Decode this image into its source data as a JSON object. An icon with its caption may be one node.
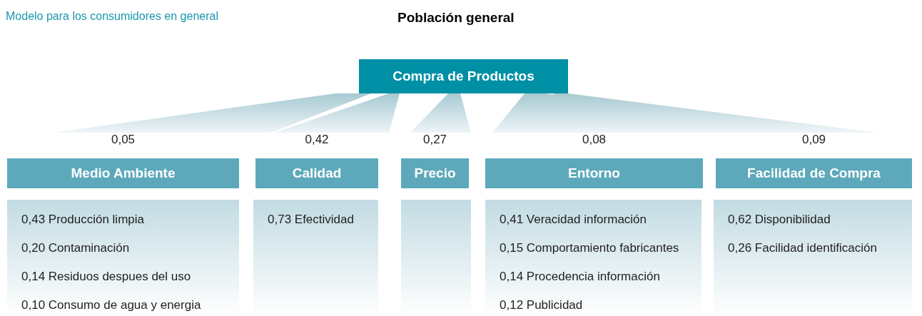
{
  "diagram": {
    "title": "Población general",
    "nodes": [
      {
        "text": [
          "Compra de Productos"
        ]
      },
      {
        "text": [
          "Medio Ambiente"
        ],
        "beside": [
          "0,05"
        ]
      },
      {
        "text": [
          "Calidad"
        ],
        "beside": [
          "0,42"
        ]
      },
      {
        "text": [
          "Precio"
        ],
        "beside": [
          "0,27"
        ]
      },
      {
        "text": [
          "Entorno"
        ],
        "beside": [
          "0,08"
        ]
      },
      {
        "text": [
          "Facilidad de Compra"
        ],
        "beside": [
          "0,09"
        ]
      },
      {
        "text": [
          "0,43 Producción limpia",
          "0,20 Contaminación",
          "0,14 Residuos despues del uso",
          "0,10 Consumo de agua y energia"
        ]
      },
      {
        "text": [
          "0,73 Efectividad"
        ]
      },
      {
        "text": [],
        "shape": "box"
      },
      {
        "text": [
          "0,41 Veracidad información",
          "0,15 Comportamiento fabricantes",
          "0,14 Procedencia información",
          "0,12 Publicidad"
        ]
      },
      {
        "text": [
          "0,62 Disponibilidad",
          "0,26 Facilidad identificación"
        ]
      }
    ],
    "edges": [
      {
        "from": 0,
        "to": 1,
        "arrow": "none"
      },
      {
        "from": 0,
        "to": 2,
        "arrow": "none"
      },
      {
        "from": 0,
        "to": 3,
        "arrow": "none"
      },
      {
        "from": 0,
        "to": 4,
        "arrow": "none"
      },
      {
        "from": 0,
        "to": 5,
        "arrow": "none"
      }
    ],
    "labels": [
      "Modelo para los consumidores en general"
    ]
  }
}
